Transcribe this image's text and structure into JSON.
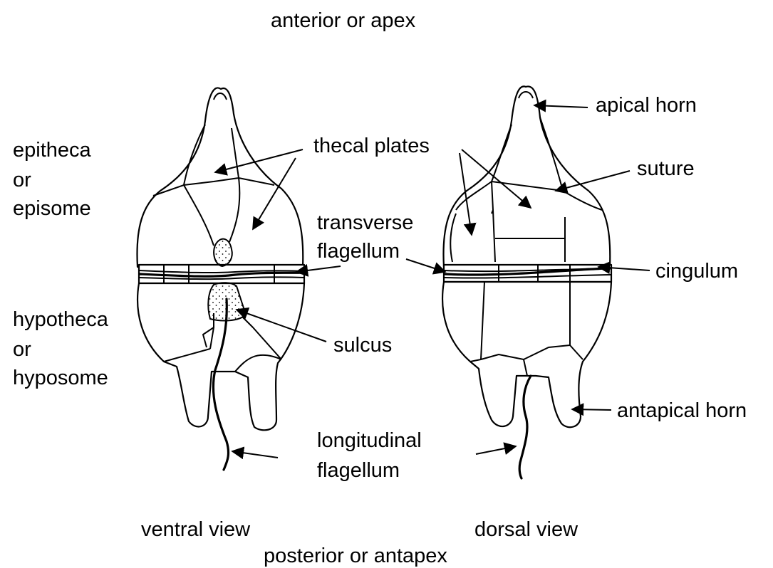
{
  "labels": {
    "anterior": "anterior or apex",
    "posterior": "posterior or antapex",
    "epitheca_1": "epitheca",
    "epitheca_2": "or",
    "epitheca_3": "episome",
    "hypotheca_1": "hypotheca",
    "hypotheca_2": "or",
    "hypotheca_3": "hyposome",
    "thecal_plates": "thecal plates",
    "transverse_1": "transverse",
    "transverse_2": "flagellum",
    "sulcus": "sulcus",
    "longitudinal_1": "longitudinal",
    "longitudinal_2": "flagellum",
    "apical_horn": "apical horn",
    "suture": "suture",
    "cingulum": "cingulum",
    "antapical_horn": "antapical horn",
    "ventral_view": "ventral view",
    "dorsal_view": "dorsal view"
  },
  "colors": {
    "ink": "#000000",
    "background": "#ffffff"
  }
}
